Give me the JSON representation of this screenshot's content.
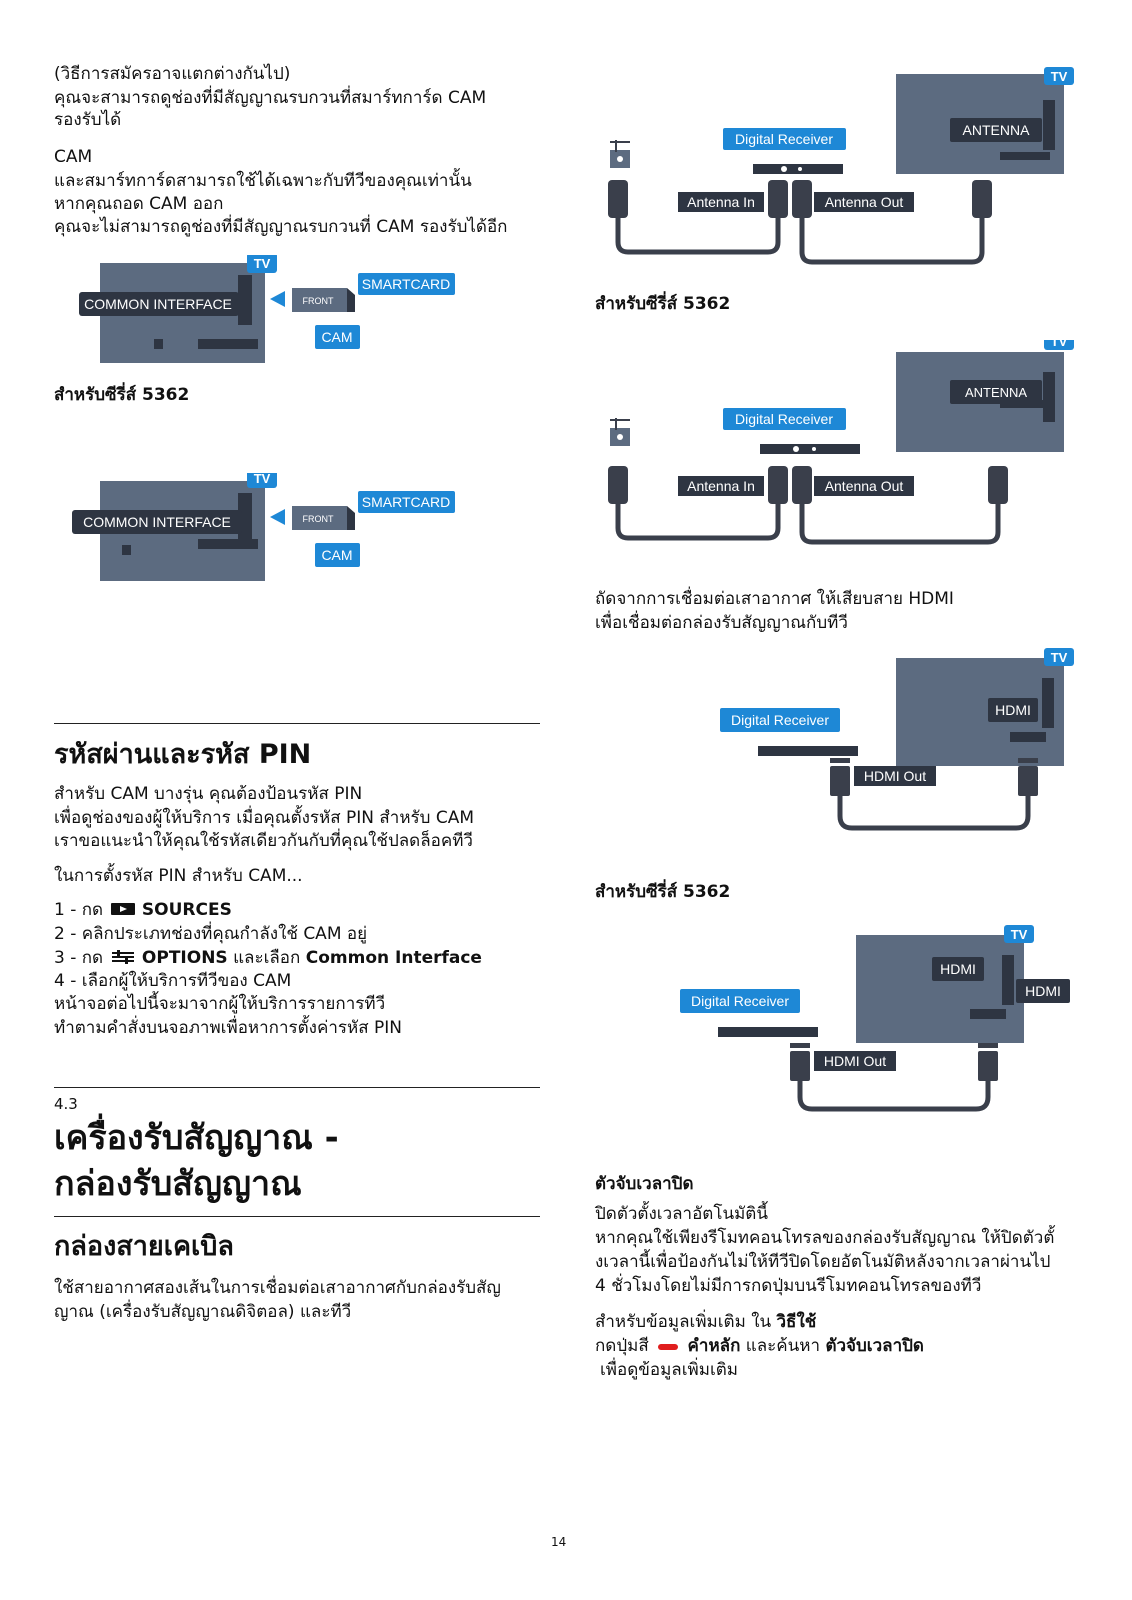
{
  "left": {
    "cam_paragraphs": [
      "(วิธีการสมัครอาจแตกต่างกันไป)",
      "คุณจะสามารถดูช่องที่มีสัญญาณรบกวนที่สมาร์ทการ์ด CAM",
      "รองรับได้",
      "CAM",
      "และสมาร์ทการ์ดสามารถใช้ได้เฉพาะกับทีวีของคุณเท่านั้น",
      "หากคุณถอด CAM ออก",
      "คุณจะไม่สามารถดูช่องที่มีสัญญาณรบกวนที่ CAM รองรับได้อีก"
    ],
    "series_label_1": "สำหรับซีรี่ส์ 5362",
    "fig_ci": {
      "tv": "TV",
      "common_interface": "COMMON INTERFACE",
      "front": "FRONT",
      "smartcard": "SMARTCARD",
      "cam": "CAM"
    },
    "pin_heading": "รหัสผ่านและรหัส PIN",
    "pin_paragraphs": [
      "สำหรับ CAM บางรุ่น คุณต้องป้อนรหัส PIN",
      "เพื่อดูช่องของผู้ให้บริการ เมื่อคุณตั้งรหัส PIN สำหรับ CAM",
      "เราขอแนะนำให้คุณใช้รหัสเดียวกันกับที่คุณใช้ปลดล็อคทีวี",
      "ในการตั้งรหัส PIN สำหรับ CAM..."
    ],
    "steps": {
      "s1_prefix": "1 - กด",
      "s1_bold": "SOURCES",
      "s2": "2 - คลิกประเภทช่องที่คุณกำลังใช้ CAM อยู่",
      "s3_prefix": "3 - กด",
      "s3_bold": "OPTIONS",
      "s3_mid": "และเลือก",
      "s3_bold2": "Common Interface",
      "s4": "4 - เลือกผู้ให้บริการทีวีของ CAM",
      "s4b": "หน้าจอต่อไปนี้จะมาจากผู้ให้บริการรายการทีวี",
      "s4c": "ทำตามคำสั่งบนจอภาพเพื่อหาการตั้งค่ารหัส PIN"
    },
    "section_number": "4.3",
    "section_title_1": "เครื่องรับสัญญาณ -",
    "section_title_2": "กล่องรับสัญญาณ",
    "cable_heading": "กล่องสายเคเบิล",
    "cable_paragraphs": [
      "ใช้สายอากาศสองเส้นในการเชื่อมต่อเสาอากาศกับกล่องรับสัญ",
      "ญาณ (เครื่องรับสัญญาณดิจิตอล) และทีวี"
    ]
  },
  "right": {
    "fig_antenna": {
      "tv": "TV",
      "antenna": "ANTENNA",
      "digital_receiver": "Digital Receiver",
      "antenna_in": "Antenna In",
      "antenna_out": "Antenna Out"
    },
    "series_label_2": "สำหรับซีรี่ส์ 5362",
    "hdmi_paragraphs": [
      "ถัดจากการเชื่อมต่อเสาอากาศ ให้เสียบสาย HDMI",
      "เพื่อเชื่อมต่อกล่องรับสัญญาณกับทีวี"
    ],
    "fig_hdmi": {
      "tv": "TV",
      "hdmi": "HDMI",
      "digital_receiver": "Digital Receiver",
      "hdmi_out": "HDMI Out"
    },
    "series_label_3": "สำหรับซีรี่ส์ 5362",
    "timer_heading": "ตัวจับเวลาปิด",
    "timer_paragraphs": [
      "ปิดตัวตั้งเวลาอัตโนมัตินี้",
      "หากคุณใช้เพียงรีโมทคอนโทรลของกล่องรับสัญญาณ ให้ปิดตัวตั้",
      "งเวลานี้เพื่อป้องกันไม่ให้ทีวีปิดโดยอัตโนมัติหลังจากเวลาผ่านไป",
      "4 ชั่วโมงโดยไม่มีการกดปุ่มบนรีโมทคอนโทรลของทีวี"
    ],
    "more_info": {
      "line1_prefix": "สำหรับข้อมูลเพิ่มเติม ใน",
      "line1_bold": "วิธีใช้",
      "line2_prefix": "กดปุ่มสี",
      "line2_bold1": "คำหลัก",
      "line2_mid": "และค้นหา",
      "line2_bold2": "ตัวจับเวลาปิด",
      "line3": "เพื่อดูข้อมูลเพิ่มเติม"
    }
  },
  "page_number": "14",
  "colors": {
    "tv_body": "#5c6b80",
    "tv_dark": "#2e3542",
    "label_blue": "#1e88d6",
    "cable": "#3a3f4b",
    "red_key": "#e01e1e"
  },
  "icons": [
    "sources-icon",
    "options-icon",
    "red-key-icon",
    "antenna-mast-icon"
  ]
}
